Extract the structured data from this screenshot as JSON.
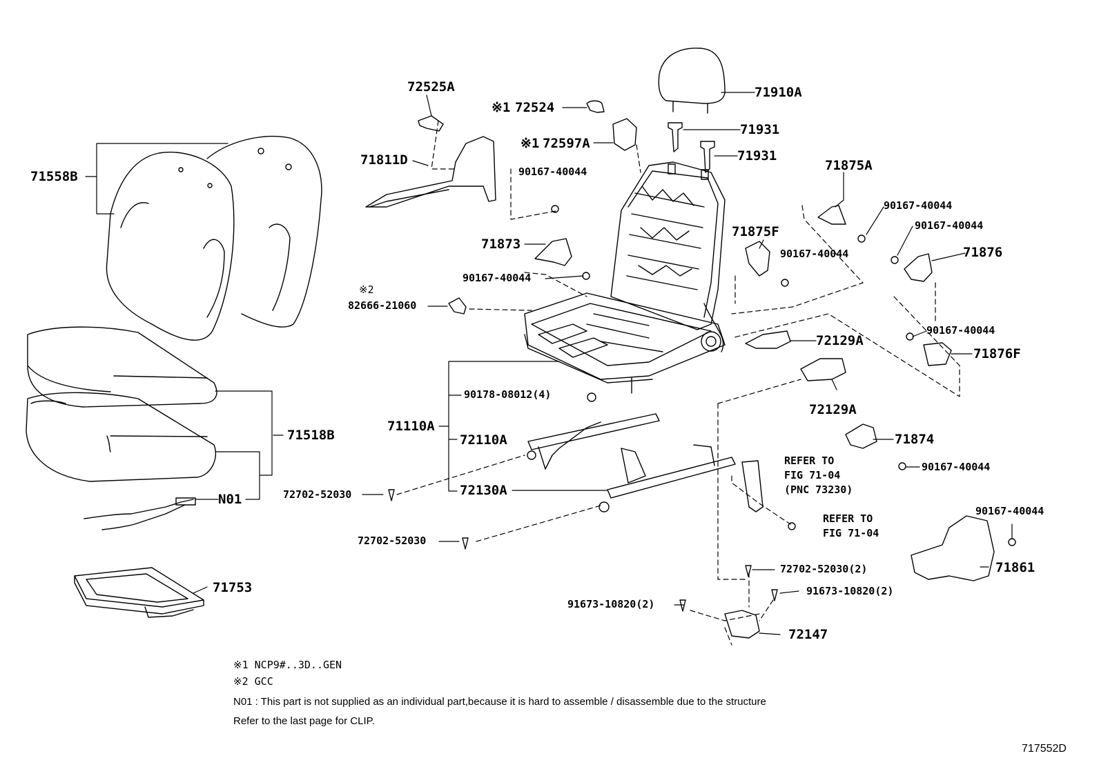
{
  "labels": {
    "p71558B": "71558B",
    "p72525A": "72525A",
    "p72524": "72524",
    "p72524_mark": "※1",
    "p71910A": "71910A",
    "p71931a": "71931",
    "p71931b": "71931",
    "p72597A": "72597A",
    "p72597A_mark": "※1",
    "p71811D": "71811D",
    "b90167_a": "90167-40044",
    "p71875A": "71875A",
    "b90167_b": "90167-40044",
    "b90167_c": "90167-40044",
    "p71875F": "71875F",
    "p71876": "71876",
    "b90167_d": "90167-40044",
    "p71873": "71873",
    "b90167_e": "90167-40044",
    "mark2": "※2",
    "p82666": "82666-21060",
    "b90167_f": "90167-40044",
    "p72129A_a": "72129A",
    "p71876F": "71876F",
    "p90178": "90178-08012(4)",
    "p72129A_b": "72129A",
    "p71110A": "71110A",
    "p72110A": "72110A",
    "p71518B": "71518B",
    "p71874": "71874",
    "b90167_g": "90167-40044",
    "pN01": "N01",
    "p72702_a": "72702-52030",
    "p72130A": "72130A",
    "p72702_b": "72702-52030",
    "b90167_h": "90167-40044",
    "p71861": "71861",
    "p72702_c": "72702-52030(2)",
    "p71753": "71753",
    "p91673_a": "91673-10820(2)",
    "p91673_b": "91673-10820(2)",
    "p72147": "72147"
  },
  "refs": {
    "ref1_line1": "REFER TO",
    "ref1_line2": "FIG 71-04",
    "ref1_line3": "(PNC 73230)",
    "ref2_line1": "REFER TO",
    "ref2_line2": "FIG 71-04"
  },
  "notes": {
    "n1": "※1 NCP9#..3D..GEN",
    "n2": "※2 GCC",
    "n3": "N01 : This part is not supplied as an individual part,because it is hard to assemble / disassemble due to the structure",
    "n4": "Refer to the last page for CLIP.",
    "fig_id": "717552D"
  }
}
